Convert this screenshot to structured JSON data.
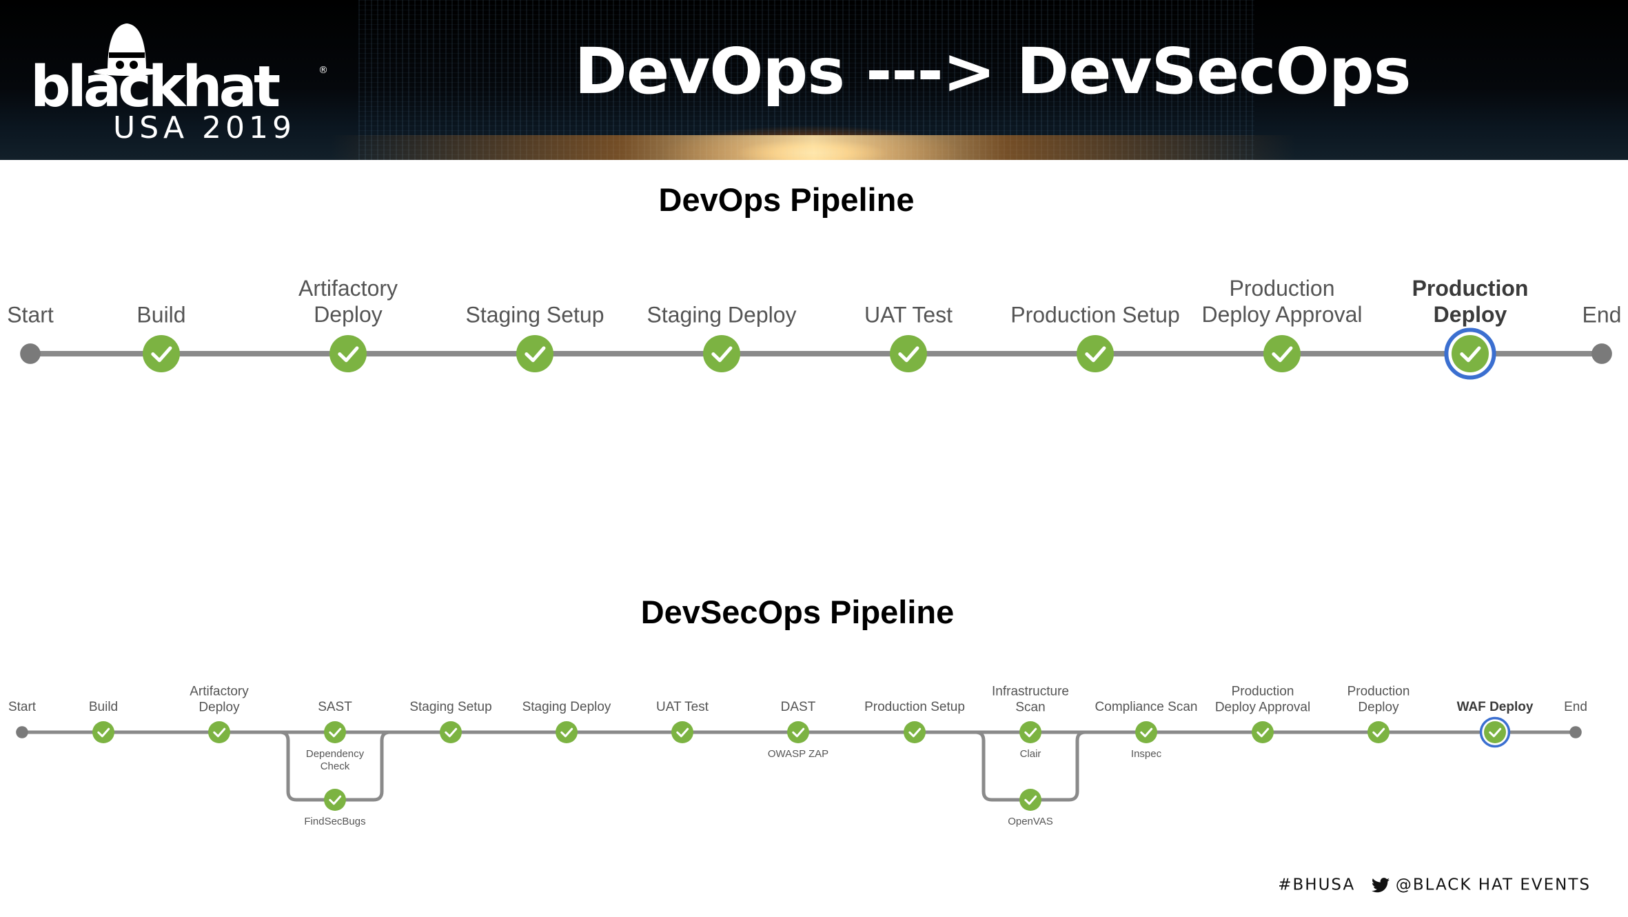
{
  "header": {
    "logo_word": "blackhat",
    "logo_sub": "USA 2019",
    "logo_reg": "®",
    "title": "DevOps ---> DevSecOps"
  },
  "devops": {
    "title": "DevOps Pipeline",
    "stages": [
      {
        "label": "Start",
        "status": "endpoint"
      },
      {
        "label": "Build",
        "status": "passed"
      },
      {
        "label": "Artifactory\nDeploy",
        "status": "passed"
      },
      {
        "label": "Staging Setup",
        "status": "passed"
      },
      {
        "label": "Staging Deploy",
        "status": "passed"
      },
      {
        "label": "UAT Test",
        "status": "passed"
      },
      {
        "label": "Production Setup",
        "status": "passed"
      },
      {
        "label": "Production\nDeploy Approval",
        "status": "passed"
      },
      {
        "label": "Production\nDeploy",
        "status": "current"
      },
      {
        "label": "End",
        "status": "endpoint"
      }
    ]
  },
  "devsecops": {
    "title": "DevSecOps Pipeline",
    "stages": [
      {
        "label": "Start",
        "status": "endpoint"
      },
      {
        "label": "Build",
        "status": "passed"
      },
      {
        "label": "Artifactory\nDeploy",
        "status": "passed"
      },
      {
        "label": "SAST",
        "status": "passed",
        "sub": "Dependency\nCheck",
        "branch": "FindSecBugs"
      },
      {
        "label": "Staging Setup",
        "status": "passed"
      },
      {
        "label": "Staging Deploy",
        "status": "passed"
      },
      {
        "label": "UAT Test",
        "status": "passed"
      },
      {
        "label": "DAST",
        "status": "passed",
        "sub": "OWASP ZAP"
      },
      {
        "label": "Production Setup",
        "status": "passed"
      },
      {
        "label": "Infrastructure\nScan",
        "status": "passed",
        "sub": "Clair",
        "branch": "OpenVAS"
      },
      {
        "label": "Compliance Scan",
        "status": "passed",
        "sub": "Inspec"
      },
      {
        "label": "Production\nDeploy Approval",
        "status": "passed"
      },
      {
        "label": "Production\nDeploy",
        "status": "passed"
      },
      {
        "label": "WAF Deploy",
        "status": "current"
      },
      {
        "label": "End",
        "status": "endpoint"
      }
    ]
  },
  "footer": {
    "hashtag": "#BHUSA",
    "handle": "@BLACK HAT EVENTS"
  },
  "colors": {
    "passed": "#7cb342",
    "current_ring": "#3b6fd0",
    "line": "#8a8a8a",
    "endpoint": "#7a7a7a"
  },
  "icons": {
    "check": "check-icon",
    "twitter": "twitter-bird-icon",
    "logo_hat": "spy-hat-icon"
  }
}
